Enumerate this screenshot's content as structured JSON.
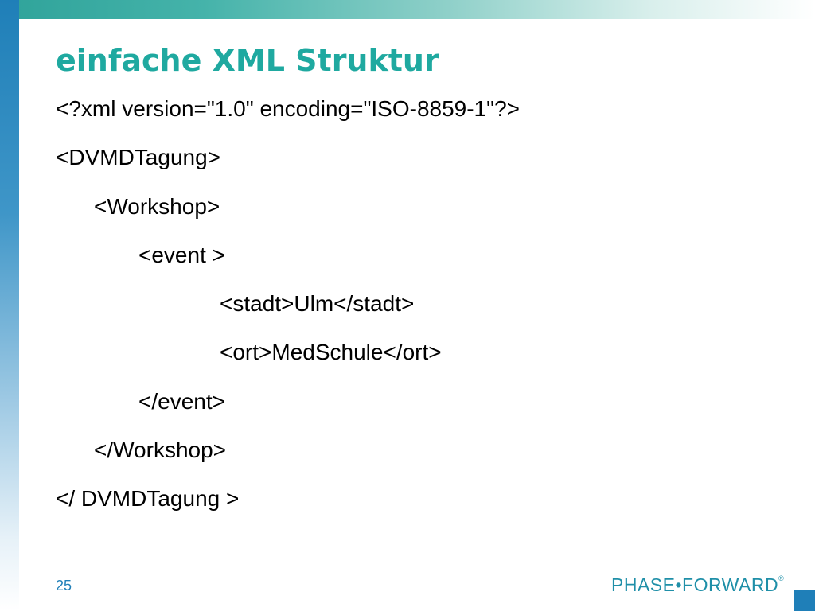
{
  "slide": {
    "title": "einfache XML Struktur",
    "page_number": "25",
    "lines": [
      {
        "text": "<?xml version=\"1.0\" encoding=\"ISO-8859-1\"?>",
        "indent": 0
      },
      {
        "text": "<DVMDTagung>",
        "indent": 0
      },
      {
        "text": "<Workshop>",
        "indent": 1
      },
      {
        "text": "<event >",
        "indent": 2
      },
      {
        "text": "<stadt>Ulm</stadt>",
        "indent": 3
      },
      {
        "text": "<ort>MedSchule</ort>",
        "indent": 3
      },
      {
        "text": "</event>",
        "indent": 2
      },
      {
        "text": "</Workshop>",
        "indent": 1
      },
      {
        "text": "</ DVMDTagung >",
        "indent": 0
      }
    ]
  },
  "logo": {
    "text": "PHASE•FORWARD",
    "mark": "®"
  },
  "colors": {
    "title": "#1fa9a0",
    "accent_blue": "#1f7fb8",
    "top_bar": "#2fa39a",
    "logo": "#1f8fa8"
  }
}
